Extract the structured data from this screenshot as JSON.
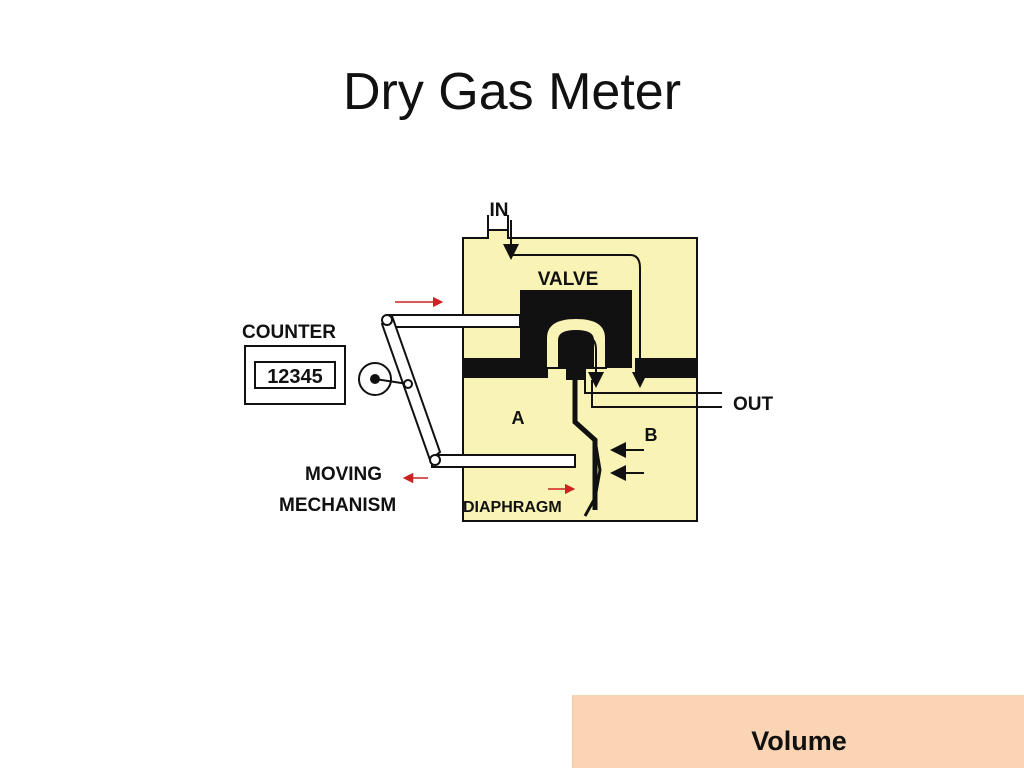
{
  "slide": {
    "title": "Dry Gas Meter",
    "volume_label": "Volume"
  },
  "diagram": {
    "labels": {
      "in": "IN",
      "valve": "VALVE",
      "out": "OUT",
      "counter": "COUNTER",
      "counter_digits": "12345",
      "chamber_a": "A",
      "chamber_b": "B",
      "moving": "MOVING",
      "mechanism": "MECHANISM",
      "diaphragm": "DIAPHRAGM"
    },
    "colors": {
      "meter_body": "#f9f3b5",
      "ink": "#111111",
      "motion_arrow": "#cc2222",
      "volume_box": "#fbd4b4"
    }
  }
}
